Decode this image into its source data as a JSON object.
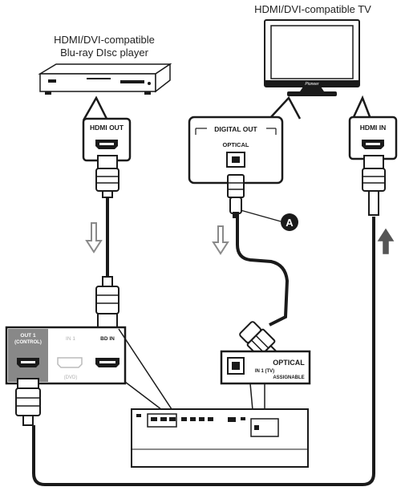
{
  "devices": {
    "tv": {
      "label": "HDMI/DVI-compatible TV",
      "brand": "Pioneer"
    },
    "player": {
      "label_line1": "HDMI/DVI-compatible",
      "label_line2": "Blu-ray DIsc player"
    }
  },
  "ports": {
    "player_hdmi_out": "HDMI OUT",
    "tv_digital_out": "DIGITAL OUT",
    "tv_optical": "OPTICAL",
    "tv_hdmi_in": "HDMI IN"
  },
  "receiver_detail_left": {
    "out1_line1": "OUT 1",
    "out1_line2": "(CONTROL)",
    "in1": "IN 1",
    "dvd": "(DVD)",
    "bd_in": "BD IN"
  },
  "receiver_detail_right": {
    "optical": "OPTICAL",
    "in1_tv": "IN 1 (TV)",
    "assignable": "ASSIGNABLE"
  },
  "callout": {
    "letter": "A"
  },
  "colors": {
    "line": "#1a1a1a",
    "panel_gray": "#888888",
    "arrow_gray": "#9a9a9a",
    "cable_dark": "#1a1a1a",
    "tv_screen": "#ffffff"
  }
}
